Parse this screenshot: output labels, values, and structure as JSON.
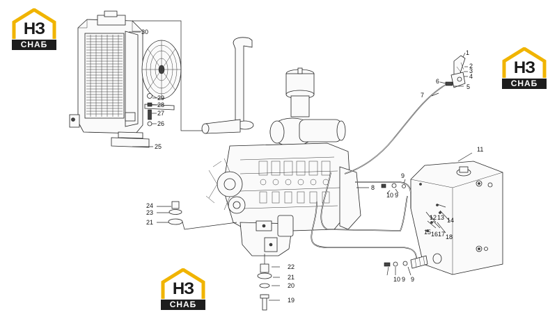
{
  "brand": {
    "emblem": "НЗ",
    "name": "СНАБ",
    "accent": "#f0b400",
    "dark": "#1d1d1d"
  },
  "callouts": {
    "c1": "1",
    "c2": "2",
    "c3": "3",
    "c4": "4",
    "c5": "5",
    "c6": "6",
    "c7": "7",
    "c8": "8",
    "c9a": "9",
    "c9b": "9",
    "c9c": "9",
    "c9d": "9",
    "c10a": "10",
    "c10b": "10",
    "c11": "11",
    "c12": "12",
    "c13": "13",
    "c14": "14",
    "c15": "15",
    "c16": "16",
    "c17": "17",
    "c18": "18",
    "c19": "19",
    "c20": "20",
    "c21a": "21",
    "c21b": "21",
    "c22": "22",
    "c23": "23",
    "c24": "24",
    "c25": "25",
    "c26": "26",
    "c27": "27",
    "c28": "28",
    "c29": "29",
    "c30": "30"
  }
}
